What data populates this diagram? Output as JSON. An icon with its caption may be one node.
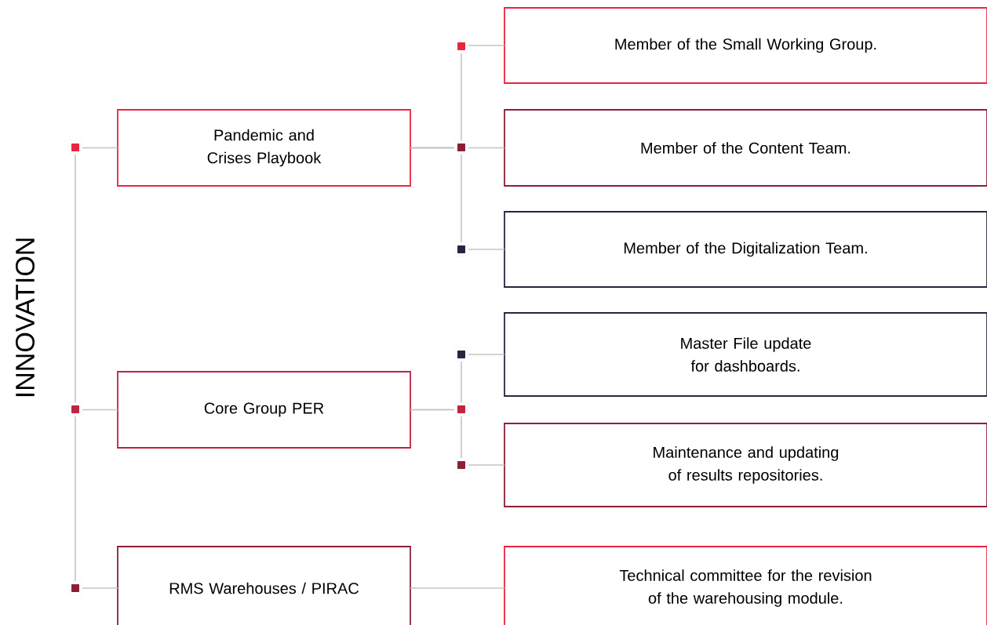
{
  "diagram": {
    "nodes": [
      {
        "text": [
          "Pandemic and Crises Playbook"
        ]
      },
      {
        "text": [
          "Member of the Small Working Group."
        ]
      },
      {
        "text": [
          "Member of the Content Team."
        ]
      },
      {
        "text": [
          "Member of the Digitalization Team."
        ]
      },
      {
        "text": [
          "Core Group PER"
        ]
      },
      {
        "text": [
          "Master File update for dashboards."
        ]
      },
      {
        "text": [
          "Maintenance and updating of results repositories."
        ]
      },
      {
        "text": [
          "RMS Warehouses / PIRAC"
        ]
      },
      {
        "text": [
          "Technical committee for the revision of the warehousing module."
        ]
      },
      {
        "text": [],
        "shape": "bar"
      }
    ],
    "edges": [
      {
        "from": 0,
        "to": 1,
        "arrow": "none"
      },
      {
        "from": 0,
        "to": 2,
        "arrow": "none"
      },
      {
        "from": 0,
        "to": 3,
        "arrow": "none"
      },
      {
        "from": 4,
        "to": 5,
        "arrow": "none"
      },
      {
        "from": 4,
        "to": 6,
        "arrow": "none"
      },
      {
        "from": 7,
        "to": 8,
        "arrow": "none"
      },
      {
        "from": 9,
        "to": 0,
        "arrow": "none"
      },
      {
        "from": 9,
        "to": 4,
        "arrow": "none"
      },
      {
        "from": 9,
        "to": 7,
        "arrow": "none"
      }
    ],
    "labels": [
      "INNOVATION"
    ]
  }
}
